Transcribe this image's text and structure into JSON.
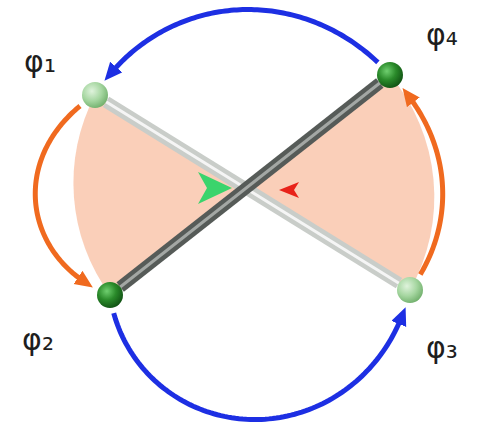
{
  "diagram": {
    "nodes": [
      {
        "text": [
          "φ₁"
        ]
      },
      {
        "text": [
          "φ₂"
        ]
      },
      {
        "text": [
          "φ₃"
        ]
      },
      {
        "text": [
          "φ₄"
        ]
      }
    ],
    "edges": [
      {
        "from": 3,
        "to": 0,
        "arrow": "to"
      },
      {
        "from": 0,
        "to": 1,
        "arrow": "to"
      },
      {
        "from": 1,
        "to": 2,
        "arrow": "to"
      },
      {
        "from": 2,
        "to": 3,
        "arrow": "to"
      },
      {
        "from": 0,
        "to": 2,
        "arrow": "none"
      },
      {
        "from": 1,
        "to": 3,
        "arrow": "none"
      }
    ]
  }
}
